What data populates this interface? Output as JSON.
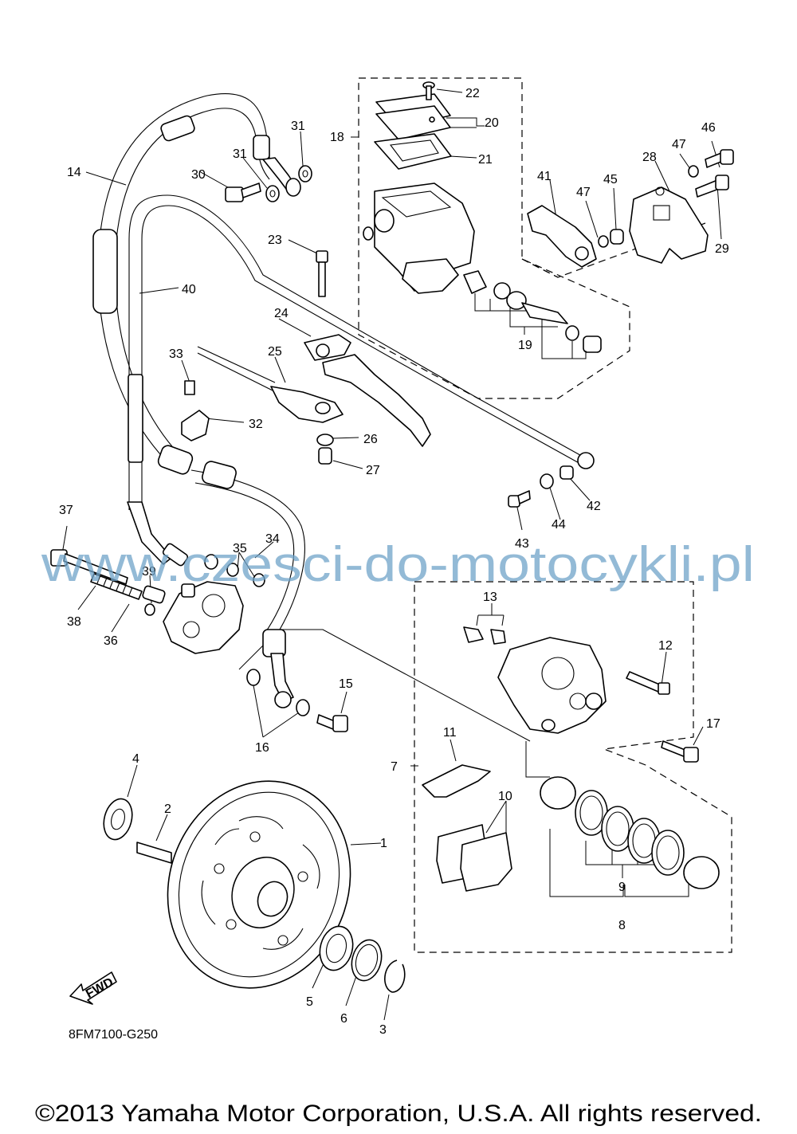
{
  "diagram": {
    "labels": {
      "p1": "1",
      "p2": "2",
      "p3": "3",
      "p4": "4",
      "p5": "5",
      "p6": "6",
      "p7": "7",
      "p8": "8",
      "p9": "9",
      "p10": "10",
      "p11": "11",
      "p12": "12",
      "p13": "13",
      "p14": "14",
      "p15": "15",
      "p16": "16",
      "p17": "17",
      "p18": "18",
      "p19": "19",
      "p20": "20",
      "p21": "21",
      "p22": "22",
      "p23": "23",
      "p24": "24",
      "p25": "25",
      "p26": "26",
      "p27": "27",
      "p28": "28",
      "p29": "29",
      "p30": "30",
      "p31a": "31",
      "p31b": "31",
      "p32": "32",
      "p33": "33",
      "p34": "34",
      "p35": "35",
      "p36": "36",
      "p37": "37",
      "p38": "38",
      "p39": "39",
      "p40": "40",
      "p41": "41",
      "p42": "42",
      "p43": "43",
      "p44": "44",
      "p45": "45",
      "p46": "46",
      "p47a": "47",
      "p47b": "47"
    },
    "fwd_label": "FWD",
    "code": "8FM7100-G250",
    "watermark": "www.czesci-do-motocykli.pl",
    "copyright": "©2013 Yamaha Motor Corporation, U.S.A. All rights reserved."
  }
}
